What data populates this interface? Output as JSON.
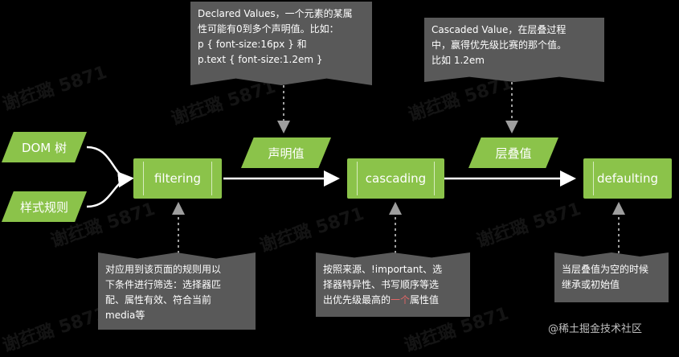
{
  "inputs": {
    "dom_tree": "DOM 树",
    "style_rules": "样式规则"
  },
  "stages": {
    "filtering": "filtering",
    "cascading": "cascading",
    "defaulting": "defaulting"
  },
  "values": {
    "declared": "声明值",
    "cascaded": "层叠值"
  },
  "notes": {
    "declared_values": [
      "Declared Values，一个元素的某属",
      "性可能有0到多个声明值。比如：",
      "p { font-size:16px } 和",
      "p.text { font-size:1.2em }"
    ],
    "cascaded_value": [
      "Cascaded Value，在层叠过程",
      "中，赢得优先级比赛的那个值。",
      "比如 1.2em"
    ],
    "filtering_desc": [
      "对应用到该页面的规则用以",
      "下条件进行筛选：选择器匹",
      "配、属性有效、符合当前",
      "media等"
    ],
    "cascading_desc": {
      "line1": "按照来源、!important、选",
      "line2": "择器特异性、书写顺序等选",
      "line3_prefix": "出优先级最高的",
      "line3_highlight": "一个",
      "line3_suffix": "属性值"
    },
    "defaulting_desc": [
      "当层叠值为空的时候",
      "继承或初始值"
    ]
  },
  "watermark": "谢荭璐 5871",
  "footer": "@稀土掘金技术社区",
  "colors": {
    "node_green": "#8bc34a",
    "note_gray": "#595959",
    "highlight_red": "#e06666"
  }
}
